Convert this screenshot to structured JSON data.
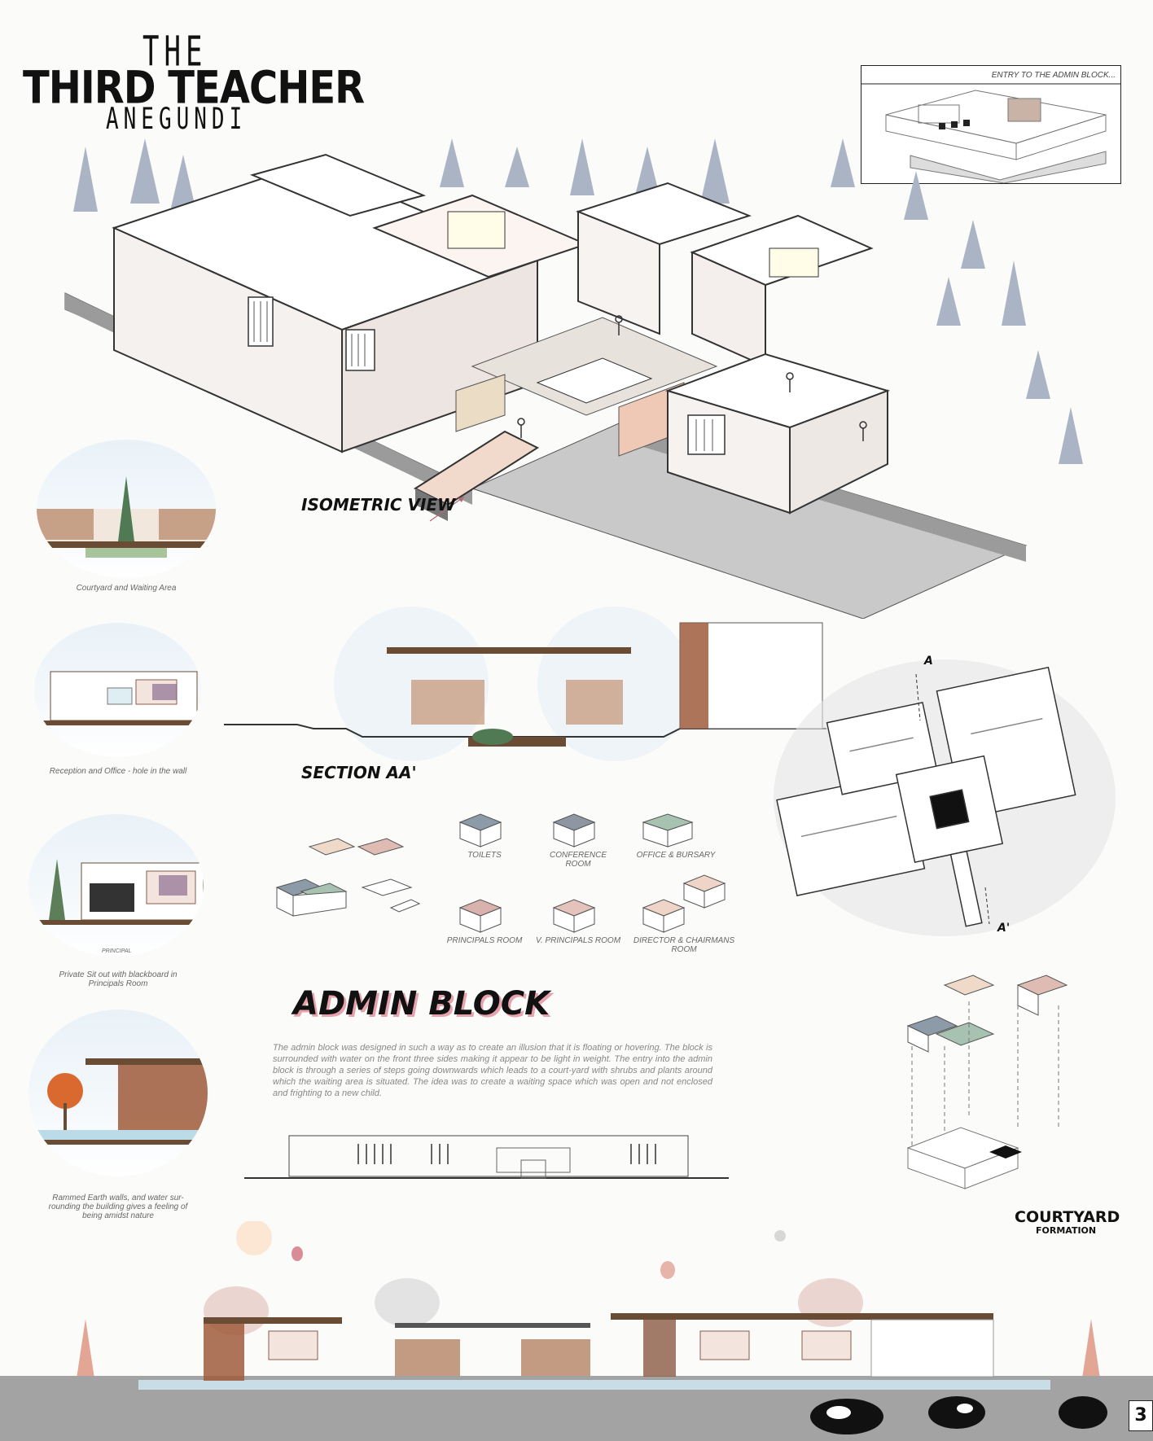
{
  "title": {
    "the": "THE",
    "main": "THIRD TEACHER",
    "location": "ANEGUNDI"
  },
  "inset": {
    "label": "ENTRY TO THE ADMIN BLOCK..."
  },
  "headings": {
    "isometric": "ISOMETRIC VIEW",
    "section": "SECTION AA'",
    "courtyard": "COURTYARD",
    "courtyard_sub": "FORMATION"
  },
  "vignettes": [
    {
      "caption": "Courtyard and Waiting Area"
    },
    {
      "caption": "Reception and Office - hole in the wall"
    },
    {
      "caption": "Private Sit out with blackboard in Principals Room",
      "inner_label": "PRINCIPAL"
    },
    {
      "caption": "Rammed Earth walls, and water sur-rounding the building gives a feeling of being amidst nature"
    }
  ],
  "plan": {
    "marker_a": "A",
    "marker_a_prime": "A'"
  },
  "blocks": [
    {
      "label": "TOILETS",
      "color": "#8d9aa8"
    },
    {
      "label": "CONFERENCE ROOM",
      "color": "#8d96a1"
    },
    {
      "label": "OFFICE & BURSARY",
      "color": "#a8c2b1"
    },
    {
      "label": "PRINCIPALS ROOM",
      "color": "#d9b2ae"
    },
    {
      "label": "V. PRINCIPALS ROOM",
      "color": "#e4c3bc"
    },
    {
      "label": "DIRECTOR & CHAIRMANS ROOM",
      "color": "#eed5c7"
    }
  ],
  "admin": {
    "title": "ADMIN BLOCK",
    "description": "The admin block was designed in such a way as to create an illusion that it is floating or hovering. The block is surrounded with water on the front three sides making it appear to be light in weight. The entry into the admin block is through a series of steps going downwards which leads to a court-yard with shrubs and plants around which the waiting area is situated. The idea was to create a waiting space which was open and not enclosed and frighting to a new child."
  },
  "page_number": "3"
}
